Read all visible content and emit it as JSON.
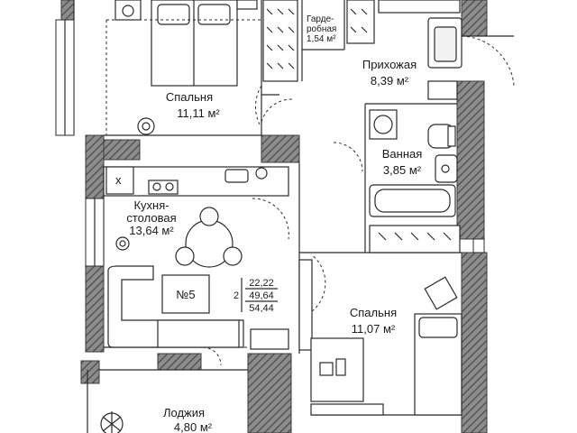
{
  "colors": {
    "wall_hatch": "#4a4a4a",
    "wall_fill": "#8c8c8c",
    "line": "#2b2b2b",
    "background": "#ffffff"
  },
  "rooms": {
    "bedroom1": {
      "name": "Спальня",
      "area": "11,11 м²"
    },
    "wardrobe": {
      "name_line1": "Гарде-",
      "name_line2": "робная",
      "area": "1,54 м²"
    },
    "hallway": {
      "name": "Прихожая",
      "area": "8,39 м²"
    },
    "bathroom": {
      "name": "Ванная",
      "area": "3,85 м²"
    },
    "kitchen": {
      "name_line1": "Кухня-",
      "name_line2": "столовая",
      "area": "13,64 м²"
    },
    "bedroom2": {
      "name": "Спальня",
      "area": "11,07 м²"
    },
    "loggia": {
      "name": "Лоджия",
      "area": "4,80 м²"
    }
  },
  "apartment": {
    "number": "№5",
    "rooms_count": "2",
    "areas": [
      "22,22",
      "49,64",
      "54,44"
    ]
  },
  "markers": {
    "kitchen_cross": "x"
  },
  "icons": [
    "plant-icon",
    "door-swing-icon",
    "toilet-icon",
    "sink-icon",
    "bathtub-icon",
    "washing-machine-icon",
    "chair-icon",
    "desk-icon",
    "bed-icon",
    "sofa-icon",
    "dining-table-icon"
  ]
}
